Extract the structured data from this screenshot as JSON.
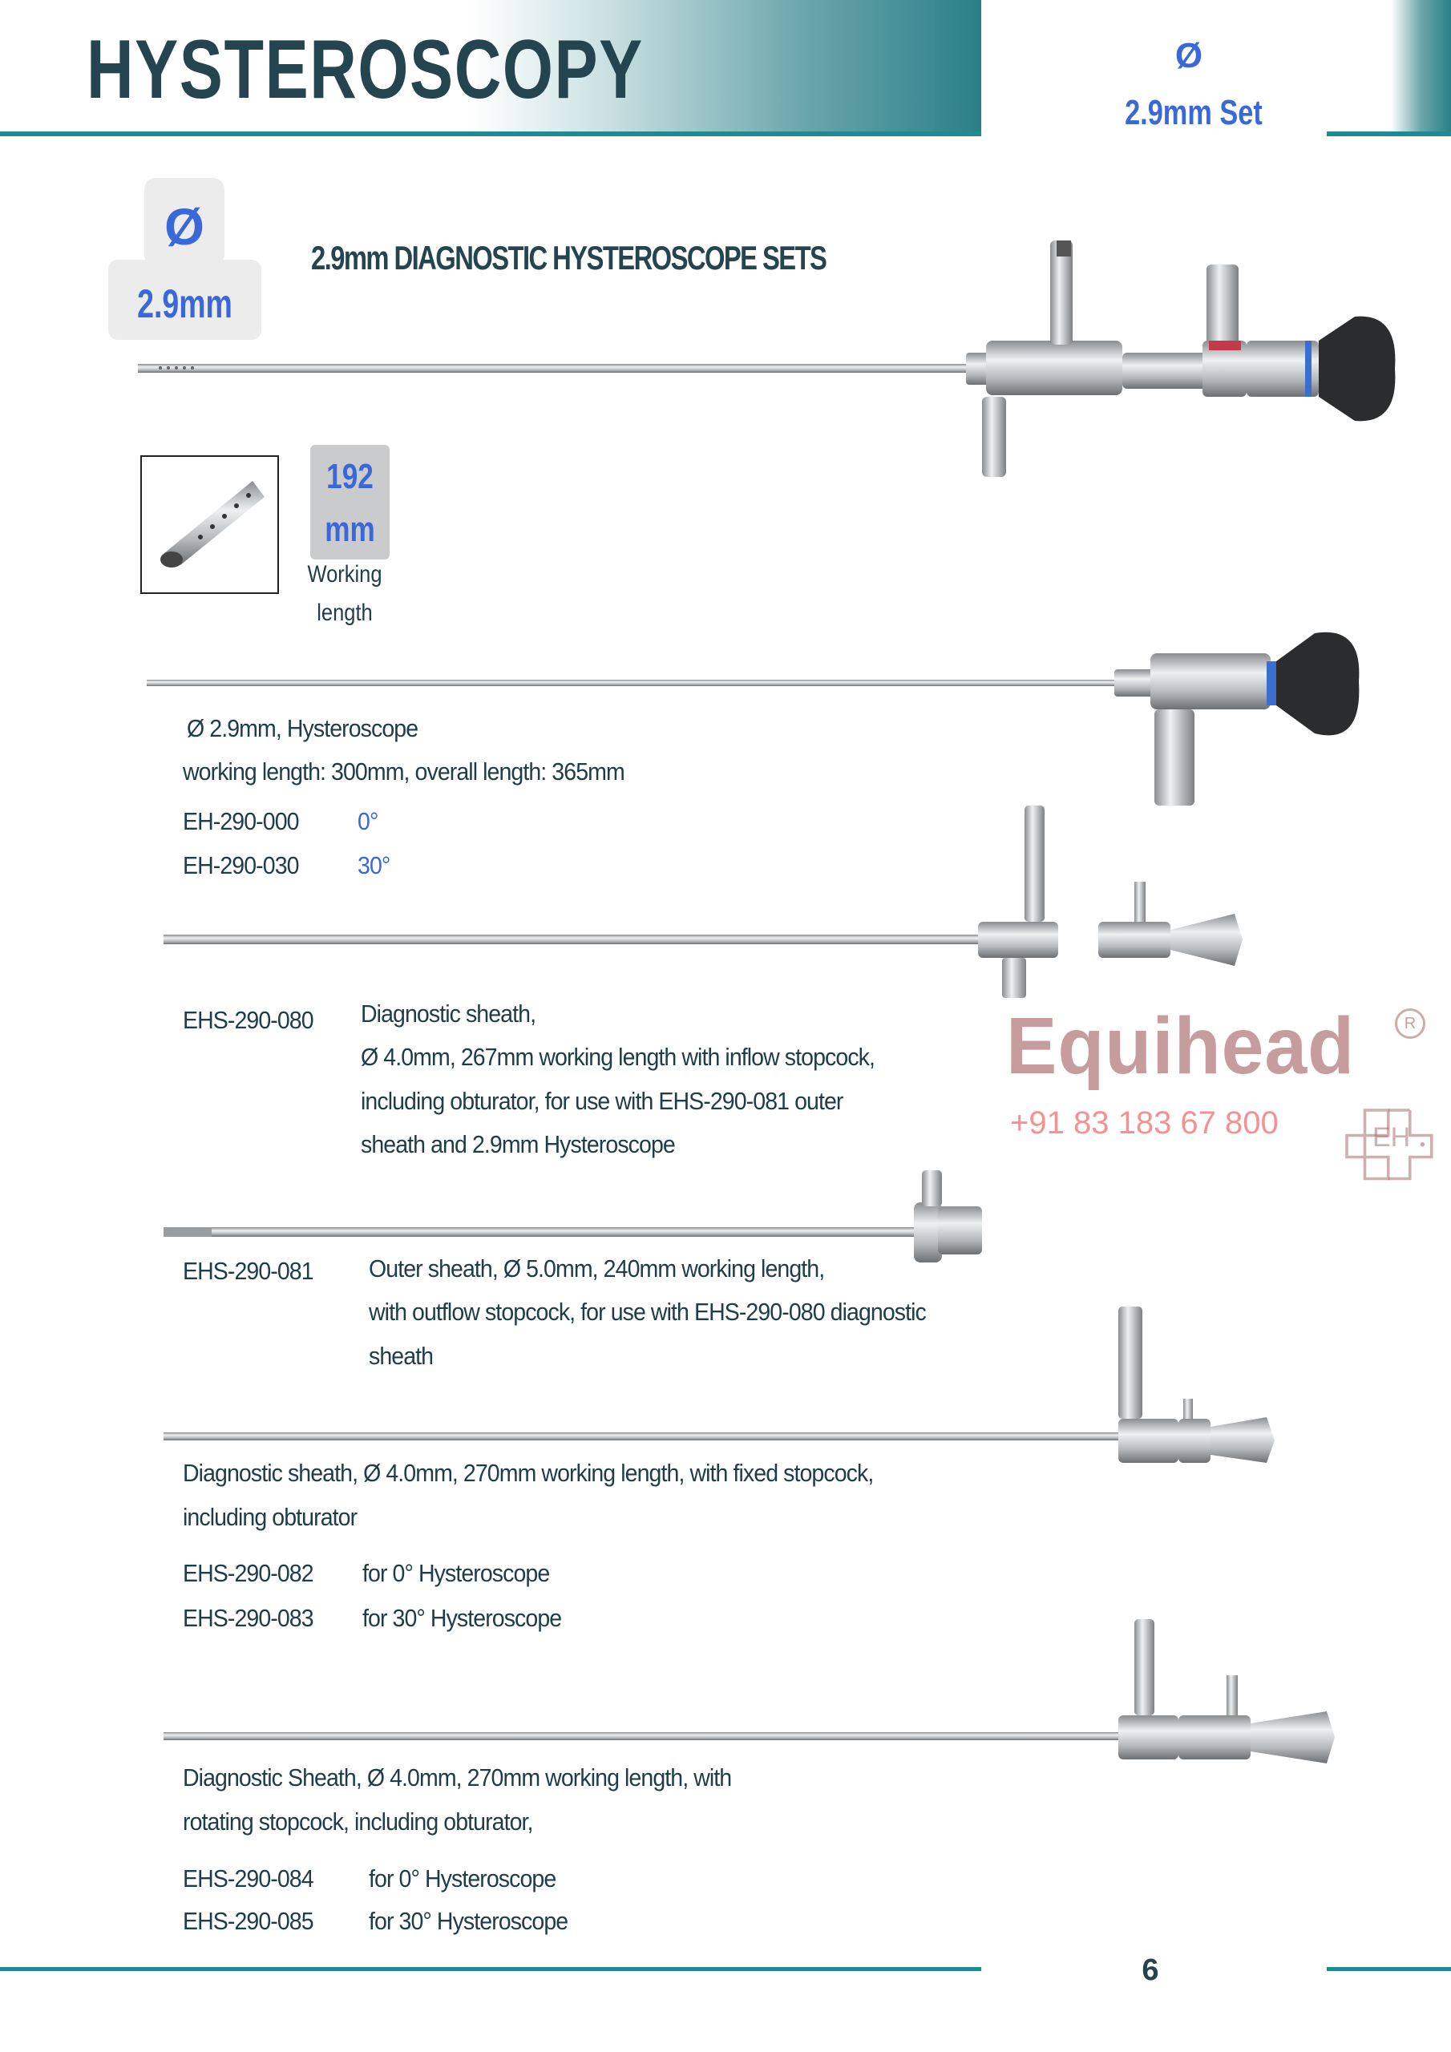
{
  "header": {
    "title": "HYSTEROSCOPY",
    "diameter_symbol": "Ø",
    "set_label": "2.9mm Set"
  },
  "badge": {
    "symbol": "Ø",
    "value": "2.9mm"
  },
  "section_title": "2.9mm DIAGNOSTIC HYSTEROSCOPE SETS",
  "working_length_badge": {
    "number": "192",
    "unit": "mm",
    "label_line1": "Working",
    "label_line2": "length"
  },
  "hysteroscope": {
    "line1": "Ø 2.9mm, Hysteroscope",
    "line2": "working length: 300mm, overall length: 365mm",
    "variants": [
      {
        "code": "EH-290-000",
        "angle": "0°"
      },
      {
        "code": "EH-290-030",
        "angle": "30°"
      }
    ]
  },
  "sheath_080": {
    "code": "EHS-290-080",
    "lines": [
      "Diagnostic sheath,",
      "Ø 4.0mm, 267mm working length with inflow stopcock,",
      "including obturator, for use with EHS-290-081 outer",
      "sheath  and  2.9mm Hysteroscope"
    ]
  },
  "sheath_081": {
    "code": "EHS-290-081",
    "lines": [
      "Outer sheath, Ø 5.0mm, 240mm working length,",
      "with outflow stopcock, for use with EHS-290-080 diagnostic",
      "sheath"
    ]
  },
  "sheath_fixed": {
    "lines": [
      "Diagnostic sheath, Ø 4.0mm, 270mm working length, with fixed stopcock,",
      "including obturator"
    ],
    "variants": [
      {
        "code": "EHS-290-082",
        "desc": "for 0° Hysteroscope"
      },
      {
        "code": "EHS-290-083",
        "desc": "for 30° Hysteroscope"
      }
    ]
  },
  "sheath_rotating": {
    "lines": [
      "Diagnostic Sheath,  Ø  4.0mm, 270mm working length, with",
      "rotating stopcock, including obturator,"
    ],
    "variants": [
      {
        "code": "EHS-290-084",
        "desc": "for 0° Hysteroscope"
      },
      {
        "code": "EHS-290-085",
        "desc": "for 30° Hysteroscope"
      }
    ]
  },
  "watermark": {
    "brand": "Equihead",
    "logo_letters": "EH",
    "registered": "R",
    "phone": "+91 83 183 67 800"
  },
  "footer": {
    "page_number": "6"
  },
  "colors": {
    "teal": "#2a7f88",
    "accent_blue": "#3a68d8",
    "text": "#1f3d48"
  }
}
